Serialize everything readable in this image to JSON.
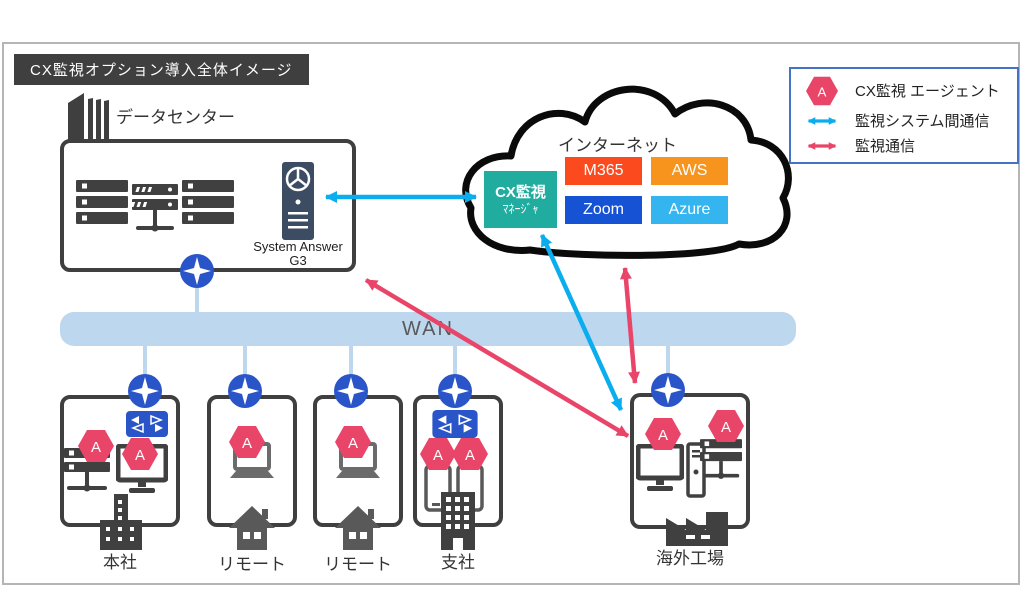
{
  "title": "CX監視オプション導入全体イメージ",
  "legend": {
    "items": [
      {
        "icon": "agent-hexagon",
        "label": "CX監視 エージェント"
      },
      {
        "icon": "blue-double-arrow",
        "label": "監視システム間通信"
      },
      {
        "icon": "pink-double-arrow",
        "label": "監視通信"
      }
    ]
  },
  "agent": {
    "letter": "A"
  },
  "datacenter": {
    "label": "データセンター",
    "system_answer": {
      "line1": "System Answer",
      "line2": "G3"
    }
  },
  "internet": {
    "label": "インターネット",
    "manager": {
      "line1": "CX監視",
      "line2": "ﾏﾈｰｼﾞｬ",
      "color": "#20ac9f"
    },
    "services": [
      {
        "name": "M365",
        "color": "#fb4a1e"
      },
      {
        "name": "AWS",
        "color": "#f7941e"
      },
      {
        "name": "Zoom",
        "color": "#1653d4"
      },
      {
        "name": "Azure",
        "color": "#35b5f0"
      }
    ]
  },
  "wan": {
    "label": "WAN"
  },
  "sites": [
    {
      "id": "honsha",
      "label": "本社"
    },
    {
      "id": "remote1",
      "label": "リモート"
    },
    {
      "id": "remote2",
      "label": "リモート"
    },
    {
      "id": "shisha",
      "label": "支社"
    },
    {
      "id": "overseas",
      "label": "海外工場"
    }
  ],
  "colors": {
    "agent_hexagon": "#e84569",
    "monitor_system_comm_arrow": "#0aadee",
    "monitor_comm_arrow": "#e84569",
    "wan_bar": "#bdd7ee",
    "router": "#2a55c8",
    "dark_icon": "#404040",
    "frame_border": "#b6b4b7",
    "legend_border": "#4472c4",
    "title_bg": "#3f3f3f"
  }
}
